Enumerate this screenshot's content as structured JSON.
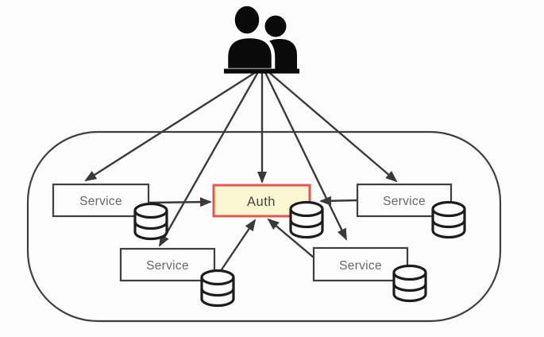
{
  "nodes": {
    "service_left": {
      "label": "Service"
    },
    "service_right": {
      "label": "Service"
    },
    "service_bottom_left": {
      "label": "Service"
    },
    "service_bottom_right": {
      "label": "Service"
    },
    "auth": {
      "label": "Auth",
      "fill": "#fbf7d2",
      "border": "#e6564e"
    }
  },
  "icons": {
    "users": "users-icon",
    "database": "database-icon"
  },
  "colors": {
    "line": "#3a3a3a",
    "box_border": "#3f3f3f",
    "service_fill": "#fdfdfd",
    "service_text": "#666666",
    "auth_text": "#45453b",
    "icon_black": "#0a0a0a",
    "background": "#fdfdfd"
  }
}
